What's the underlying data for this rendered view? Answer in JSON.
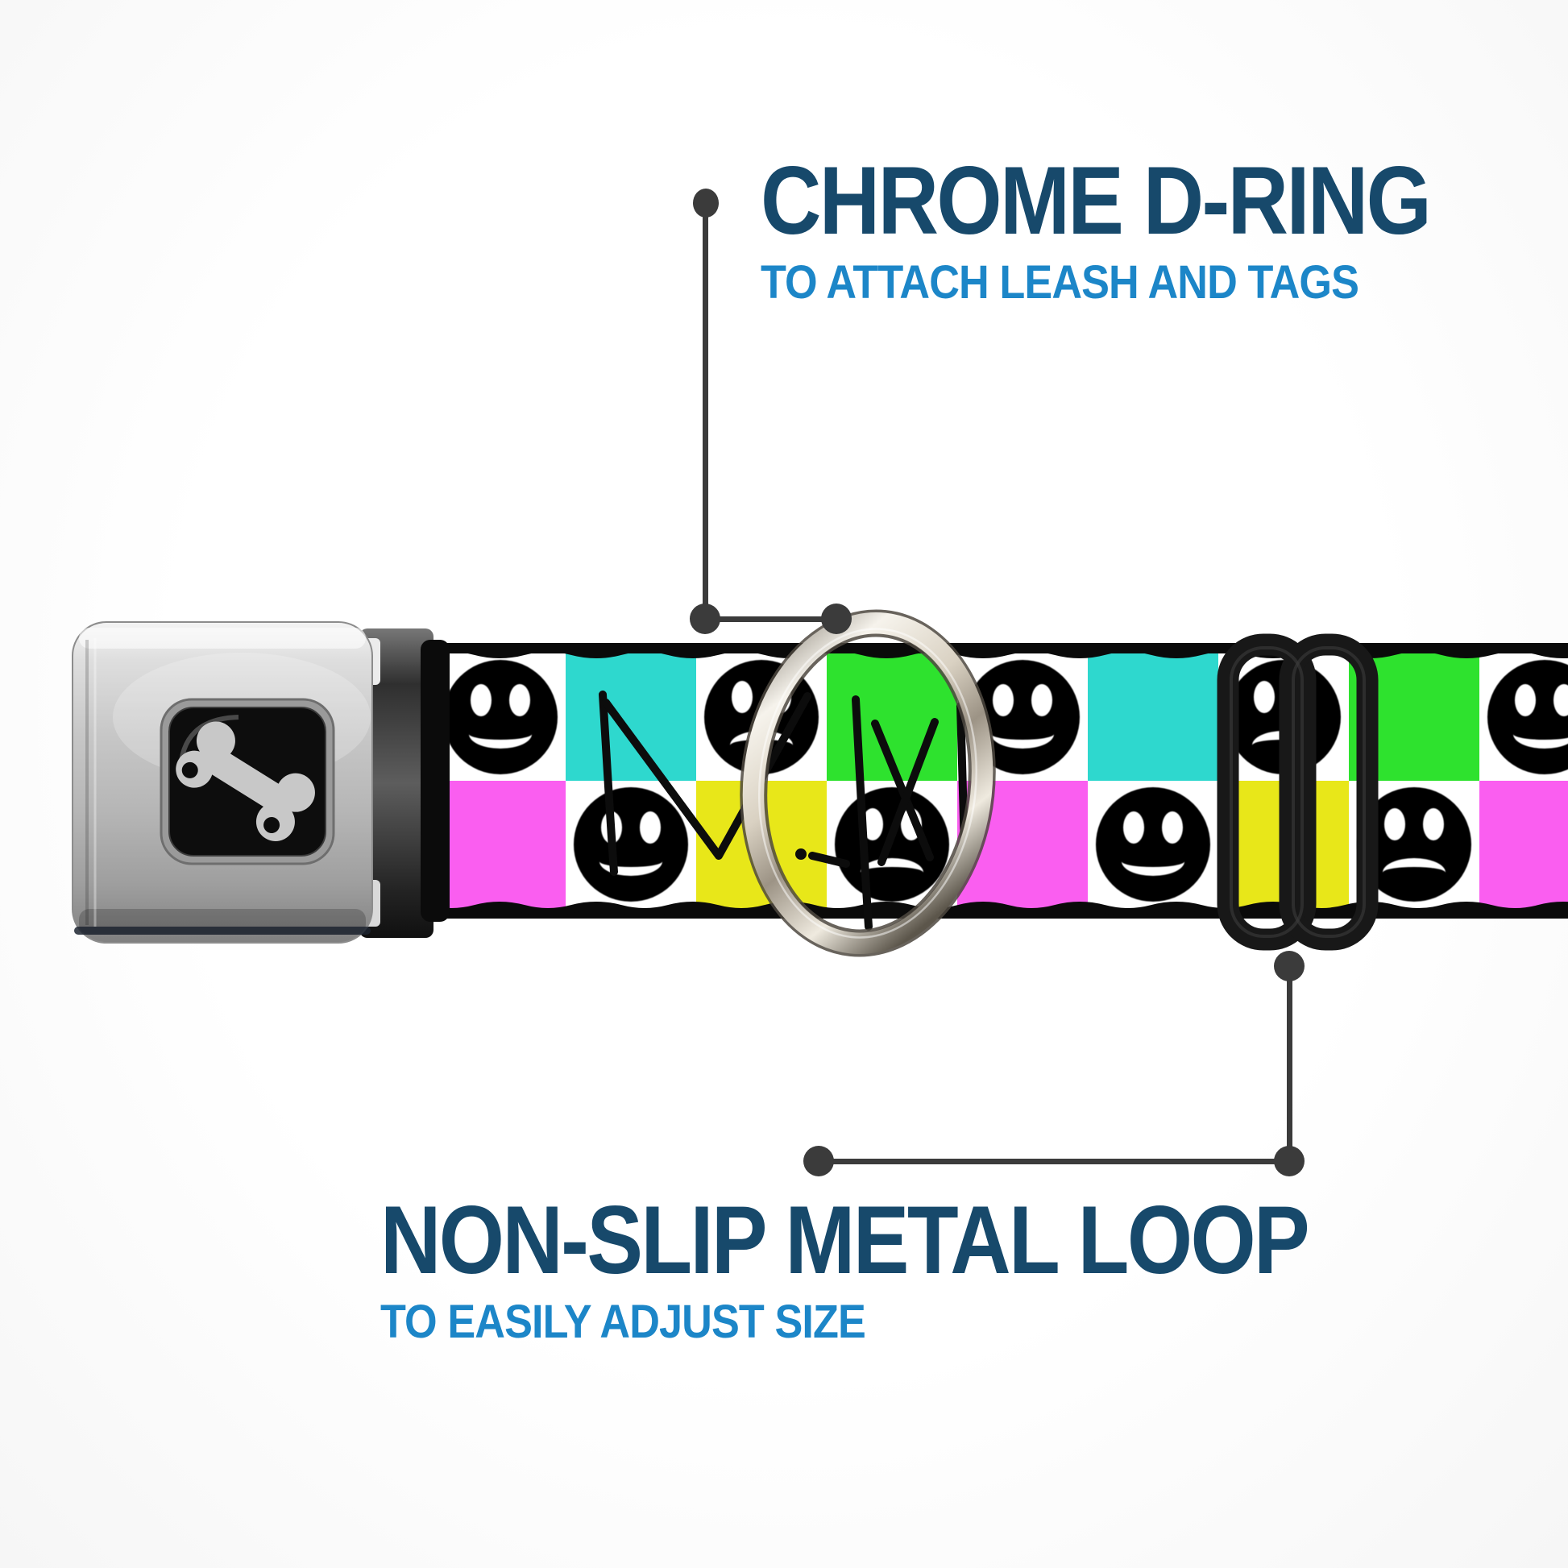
{
  "page": {
    "background_color": "#ffffff"
  },
  "annotations": {
    "top": {
      "title": "CHROME D-RING",
      "subtitle": "TO ATTACH LEASH AND TAGS",
      "title_color": "#17496b",
      "subtitle_color": "#1c86c8"
    },
    "bottom": {
      "title": "NON-SLIP METAL LOOP",
      "subtitle": "TO EASILY ADJUST SIZE",
      "title_color": "#17496b",
      "subtitle_color": "#1c86c8"
    }
  },
  "callout": {
    "color": "#3b3b3b"
  },
  "product": {
    "item": "seatbelt-buckle-dog-collar",
    "buckle": {
      "finish": "chrome-silver",
      "logo": "dog-bone-icon",
      "logo_color": "#c8c8c8",
      "window_color": "#0d0d0d"
    },
    "hardware": {
      "d_ring": "chrome",
      "slider_loop": "black-metal"
    },
    "strap": {
      "border_color": "#0a0a0a",
      "palette": {
        "white": "#ffffff",
        "cyan": "#2ed8ce",
        "green": "#2ee22e",
        "magenta": "#fa5ef0",
        "yellow": "#e8e719",
        "face": "#000000"
      },
      "columns": [
        {
          "top": {
            "color": "white",
            "face": "smiley"
          },
          "bottom": {
            "color": "magenta",
            "face": null
          }
        },
        {
          "top": {
            "color": "cyan",
            "face": null
          },
          "bottom": {
            "color": "white",
            "face": "smiley"
          }
        },
        {
          "top": {
            "color": "white",
            "face": "frowny"
          },
          "bottom": {
            "color": "yellow",
            "face": null
          }
        },
        {
          "top": {
            "color": "green",
            "face": null
          },
          "bottom": {
            "color": "white",
            "face": "frowny"
          }
        },
        {
          "top": {
            "color": "white",
            "face": "smiley"
          },
          "bottom": {
            "color": "magenta",
            "face": null
          }
        },
        {
          "top": {
            "color": "cyan",
            "face": null
          },
          "bottom": {
            "color": "white",
            "face": "smiley"
          }
        },
        {
          "top": {
            "color": "white",
            "face": "frowny"
          },
          "bottom": {
            "color": "yellow",
            "face": null
          }
        },
        {
          "top": {
            "color": "green",
            "face": null
          },
          "bottom": {
            "color": "white",
            "face": "frowny"
          }
        },
        {
          "top": {
            "color": "white",
            "face": "smiley"
          },
          "bottom": {
            "color": "magenta",
            "face": null
          }
        }
      ]
    }
  }
}
